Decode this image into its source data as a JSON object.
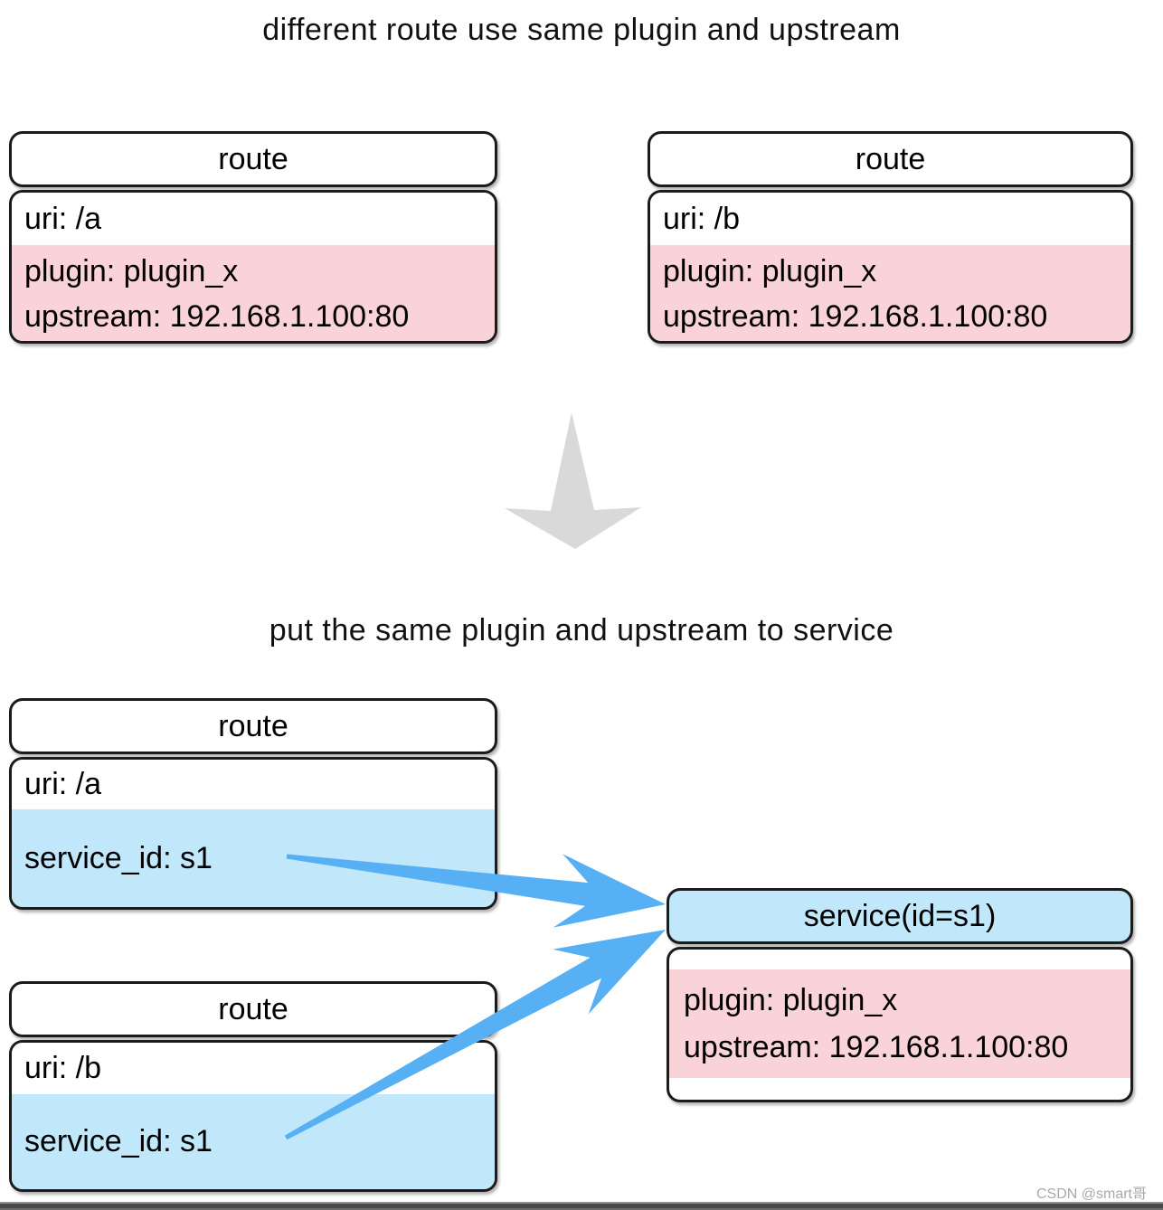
{
  "titles": {
    "top": "different route use same plugin and upstream",
    "bottom": "put the same plugin and upstream to service"
  },
  "boxes": {
    "route_a_top": {
      "header": "route",
      "uri": "uri: /a",
      "lines": [
        "plugin: plugin_x",
        "upstream: 192.168.1.100:80"
      ]
    },
    "route_b_top": {
      "header": "route",
      "uri": "uri: /b",
      "lines": [
        "plugin: plugin_x",
        "upstream: 192.168.1.100:80"
      ]
    },
    "route_a_service": {
      "header": "route",
      "uri": "uri: /a",
      "service_id": "service_id: s1"
    },
    "route_b_service": {
      "header": "route",
      "uri": "uri: /b",
      "service_id": "service_id: s1"
    },
    "service": {
      "header": "service(id=s1)",
      "lines": [
        "plugin: plugin_x",
        "upstream: 192.168.1.100:80"
      ]
    }
  },
  "icons": {
    "down_arrow": "down-arrow",
    "route_a_arrow": "arrow route /a to service",
    "route_b_arrow": "arrow route /b to service"
  },
  "colors": {
    "pink": "#f9d3d7",
    "light_blue": "#c0e7fa",
    "arrow_blue": "#57b0f3",
    "arrow_gray": "#d9d9d9",
    "border": "#1b1b1b"
  },
  "watermark": {
    "text": "CSDN @smart哥"
  }
}
